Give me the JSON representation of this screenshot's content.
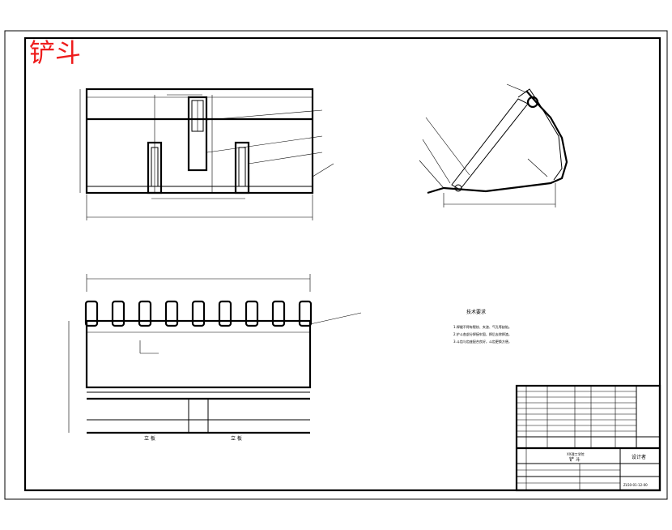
{
  "drawing": {
    "title": "铲斗",
    "tech_requirements": {
      "heading": "技术要求",
      "items": [
        "1.焊缝不得有裂纹、夹渣、气孔等缺陷。",
        "2.铲斗各部分焊接牢固，焊后去除焊渣。",
        "3.斗齿与齿座配合良好，斗齿更换方便。"
      ]
    },
    "title_block": {
      "school": "XX理工学院",
      "part_name": "铲 斗",
      "drawing_no": "ZL50-01-12-00",
      "designer_stamp": "设计者"
    },
    "bottom_labels": [
      "立 板",
      "立 板"
    ]
  }
}
